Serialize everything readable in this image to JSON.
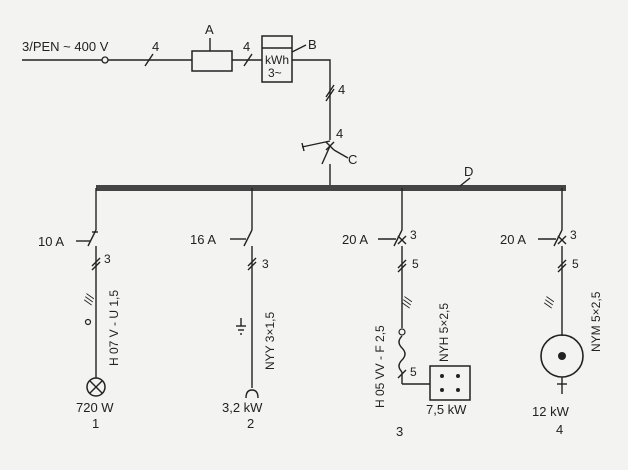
{
  "supply": {
    "label": "3/PEN ~ 400 V",
    "conductors": "4"
  },
  "component_a": {
    "label": "A",
    "conductors_out": "4"
  },
  "meter": {
    "label": "B",
    "line1": "kWh",
    "line2": "3~"
  },
  "feed": {
    "conductors_top": "4",
    "conductors_switch": "4"
  },
  "main_switch": {
    "label": "C"
  },
  "busbar": {
    "label": "D"
  },
  "circuits": [
    {
      "fuse": "10 A",
      "conductors": "3",
      "cable": "H 07 V - U 1,5",
      "power": "720 W",
      "number": "1",
      "load": "lamp"
    },
    {
      "fuse": "16 A",
      "conductors": "3",
      "cable": "NYY 3×1,5",
      "power": "3,2 kW",
      "number": "2",
      "load": "outlet"
    },
    {
      "fuse": "20 A",
      "conductors_top": "3",
      "conductors_mid": "5",
      "conductors_low": "5",
      "cable": "H 05 VV - F 2,5",
      "cable2": "NYH  5×2,5",
      "power": "7,5 kW",
      "number": "3",
      "load": "stove"
    },
    {
      "fuse": "20 A",
      "conductors_top": "3",
      "conductors_mid": "5",
      "cable": "NYM  5×2,5",
      "power": "12 kW",
      "number": "4",
      "load": "motor"
    }
  ]
}
